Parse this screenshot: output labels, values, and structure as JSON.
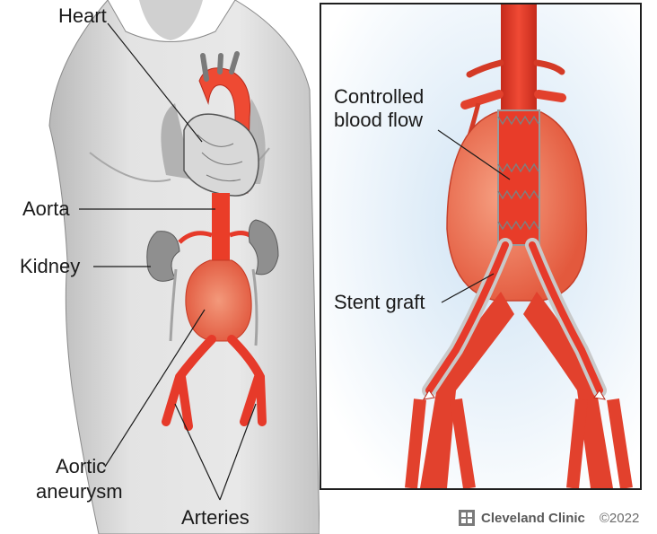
{
  "labels": {
    "heart": "Heart",
    "aorta": "Aorta",
    "kidney": "Kidney",
    "aortic_aneurysm_line1": "Aortic",
    "aortic_aneurysm_line2": "aneurysm",
    "arteries": "Arteries",
    "controlled_blood_flow_line1": "Controlled",
    "controlled_blood_flow_line2": "blood flow",
    "stent_graft": "Stent graft"
  },
  "footer": {
    "brand": "Cleveland Clinic",
    "copyright": "©2022",
    "logo_icon": "cleveland-clinic-logo-icon"
  },
  "colors": {
    "artery_red": "#e63a2a",
    "artery_dark": "#b81f14",
    "aneurysm": "#f07a5c",
    "body_gray": "#d9d9d9",
    "kidney_gray": "#8f8f8f",
    "panel_glow": "#d6e8f6"
  }
}
